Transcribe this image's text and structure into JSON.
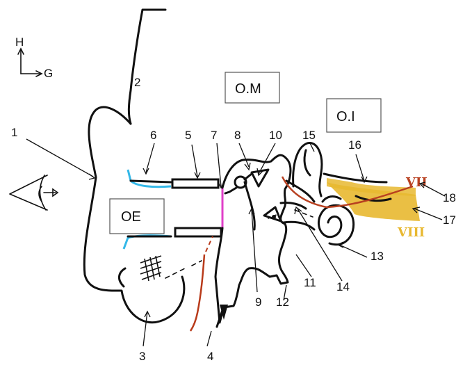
{
  "orientation": {
    "up_label": "H",
    "right_label": "G"
  },
  "regions": {
    "outer_ear": "OE",
    "middle_ear": "O.M",
    "inner_ear": "O.I"
  },
  "numbers": [
    "1",
    "2",
    "3",
    "4",
    "5",
    "6",
    "7",
    "8",
    "9",
    "10",
    "11",
    "12",
    "13",
    "14",
    "15",
    "16",
    "17",
    "18"
  ],
  "nerves": {
    "facial": "VII",
    "vestibulocochlear": "VIII"
  },
  "icons": {
    "eye": "eye-arrow-icon",
    "axes": "orientation-axes-icon"
  },
  "colors": {
    "ink": "#111111",
    "cartilage_blue": "#34b8e8",
    "tympanum_pink": "#e040c8",
    "nerve_gold": "#e8b830",
    "nerve_red": "#b84020",
    "chorda_red": "#b83a1a"
  }
}
